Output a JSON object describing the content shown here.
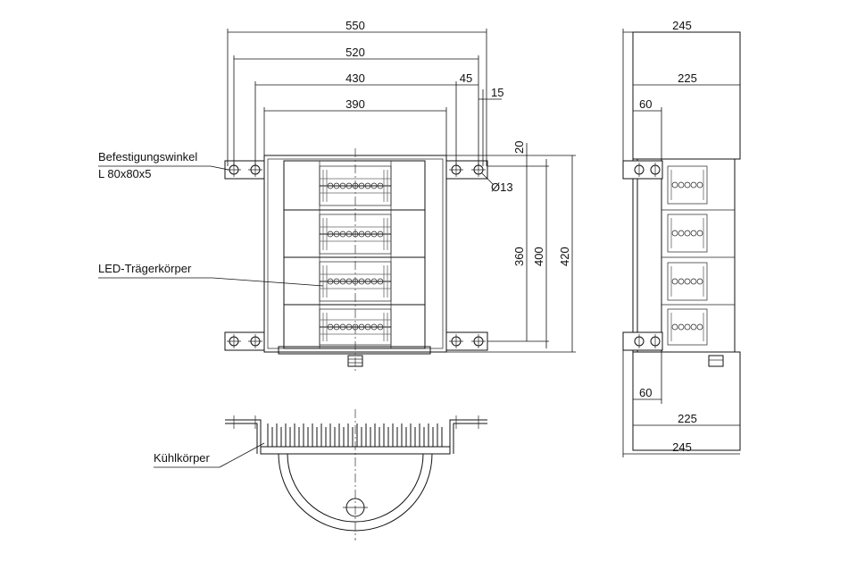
{
  "labels": {
    "bracket_line1": "Befestigungswinkel",
    "bracket_line2": "L 80x80x5",
    "led_carrier": "LED-Trägerkörper",
    "heatsink": "Kühlkörper"
  },
  "dimensions": {
    "top": {
      "d550": "550",
      "d520": "520",
      "d430": "430",
      "d390": "390",
      "d45": "45",
      "d15": "15"
    },
    "hole": "Ø13",
    "vertical": {
      "d20": "20",
      "d360": "360",
      "d400": "400",
      "d420": "420"
    },
    "side": {
      "d245_top": "245",
      "d225_top": "225",
      "d60_top": "60",
      "d60_bottom": "60",
      "d225_bottom": "225",
      "d245_bottom": "245"
    }
  },
  "colors": {
    "line": "#111111",
    "background": "#ffffff"
  }
}
